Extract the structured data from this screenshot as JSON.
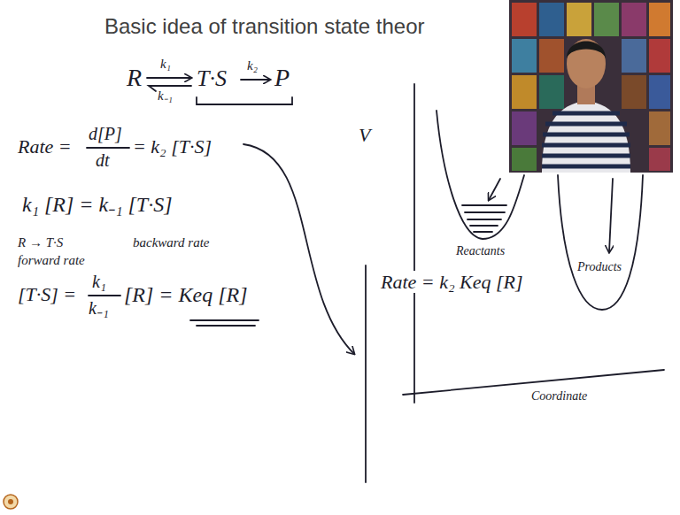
{
  "diagram": {
    "title": "Basic idea of transition state theor",
    "labels": [
      "R",
      "k₁",
      "k₋₁",
      "T·S",
      "k₂",
      "P",
      "Rate =",
      "d[P]",
      "dt",
      "= k₂ [T·S]",
      "k₁ [R] = k₋₁ [T·S]",
      "R → T·S",
      "forward rate",
      "backward rate",
      "[T·S] =",
      "k₁",
      "k₋₁",
      "[R] = Keq [R]",
      "Rate = k₂ Keq [R]",
      "V",
      "Reactants",
      "Products",
      "Coordinate"
    ]
  }
}
